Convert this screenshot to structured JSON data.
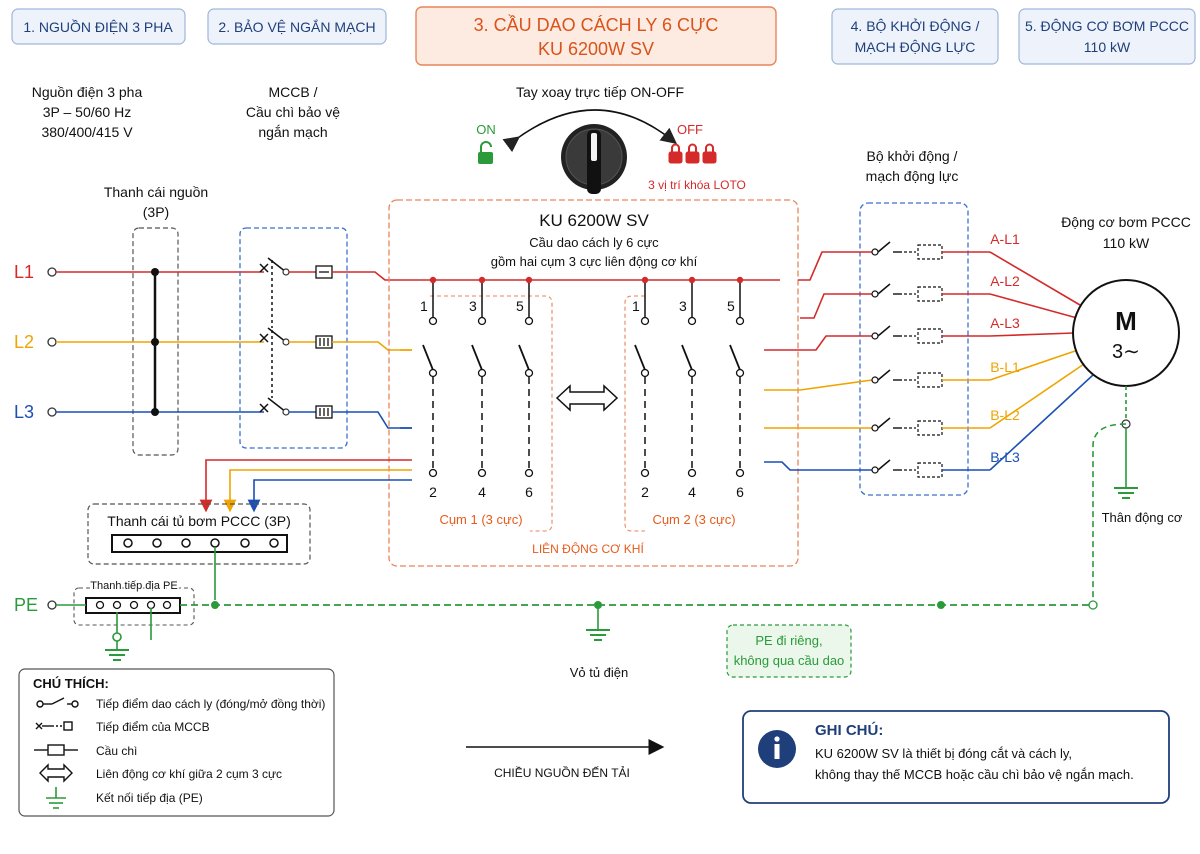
{
  "headers": {
    "h1": "1. NGUỒN ĐIỆN 3 PHA",
    "h2": "2. BẢO VỆ NGẮN MẠCH",
    "h3_line1": "3. CẦU DAO CÁCH LY 6 CỰC",
    "h3_line2": "KU 6200W SV",
    "h4_line1": "4. BỘ KHỞI ĐỘNG /",
    "h4_line2": "MẠCH ĐỘNG LỰC",
    "h5_line1": "5. ĐỘNG CƠ BƠM PCCC",
    "h5_line2": "110 kW"
  },
  "source": {
    "line1": "Nguồn điện 3 pha",
    "line2": "3P – 50/60 Hz",
    "line3": "380/400/415 V",
    "busbar_line1": "Thanh cái nguồn",
    "busbar_line2": "(3P)",
    "l1": "L1",
    "l2": "L2",
    "l3": "L3",
    "pe": "PE"
  },
  "protection": {
    "line1": "MCCB /",
    "line2": "Cầu chì bảo vệ",
    "line3": "ngắn mạch"
  },
  "handle": {
    "title": "Tay xoay trực tiếp ON-OFF",
    "on": "ON",
    "off": "OFF",
    "loto": "3 vị trí khóa LOTO"
  },
  "isolator": {
    "title": "KU 6200W SV",
    "sub1": "Cầu dao cách ly 6 cực",
    "sub2": "gồm hai cụm 3 cực liên động cơ khí",
    "group1": "Cụm 1 (3 cực)",
    "group2": "Cụm 2 (3 cực)",
    "interlock": "LIÊN ĐỘNG CƠ KHÍ",
    "terminals_top": [
      "1",
      "3",
      "5",
      "1",
      "3",
      "5"
    ],
    "terminals_bottom": [
      "2",
      "4",
      "6",
      "2",
      "4",
      "6"
    ]
  },
  "starter": {
    "line1": "Bộ khởi động /",
    "line2": "mạch động lực",
    "outputs": [
      "A-L1",
      "A-L2",
      "A-L3",
      "B-L1",
      "B-L2",
      "B-L3"
    ]
  },
  "motor": {
    "line1": "Động cơ bơm PCCC",
    "line2": "110 kW",
    "symbol": "M",
    "phase": "3∼",
    "frame": "Thân động cơ"
  },
  "panel_bus": {
    "label": "Thanh cái tủ bơm PCCC (3P)",
    "pe_bar": "Thanh tiếp địa PE"
  },
  "ground": {
    "enclosure": "Vỏ tủ điện",
    "note_line1": "PE đi riêng,",
    "note_line2": "không qua cầu dao"
  },
  "legend": {
    "title": "CHÚ THÍCH:",
    "items": [
      "Tiếp điểm dao cách ly (đóng/mở đồng thời)",
      "Tiếp điểm của MCCB",
      "Cầu chì",
      "Liên động cơ khí giữa 2 cụm 3 cực",
      "Kết nối tiếp địa (PE)"
    ]
  },
  "flow": {
    "label": "CHIỀU NGUỒN ĐẾN TẢI"
  },
  "note": {
    "title": "GHI CHÚ:",
    "line1": "KU 6200W SV là thiết bị đóng cắt và cách ly,",
    "line2": "không thay thế MCCB hoặc cầu chì bảo vệ ngắn mạch."
  },
  "colors": {
    "l1": "#d42a2a",
    "l2": "#f0a400",
    "l3": "#1a4fb5",
    "pe": "#2a9a3a",
    "accent": "#e85a1a",
    "header_blue": "#1f3f7a",
    "dark": "#222222"
  }
}
